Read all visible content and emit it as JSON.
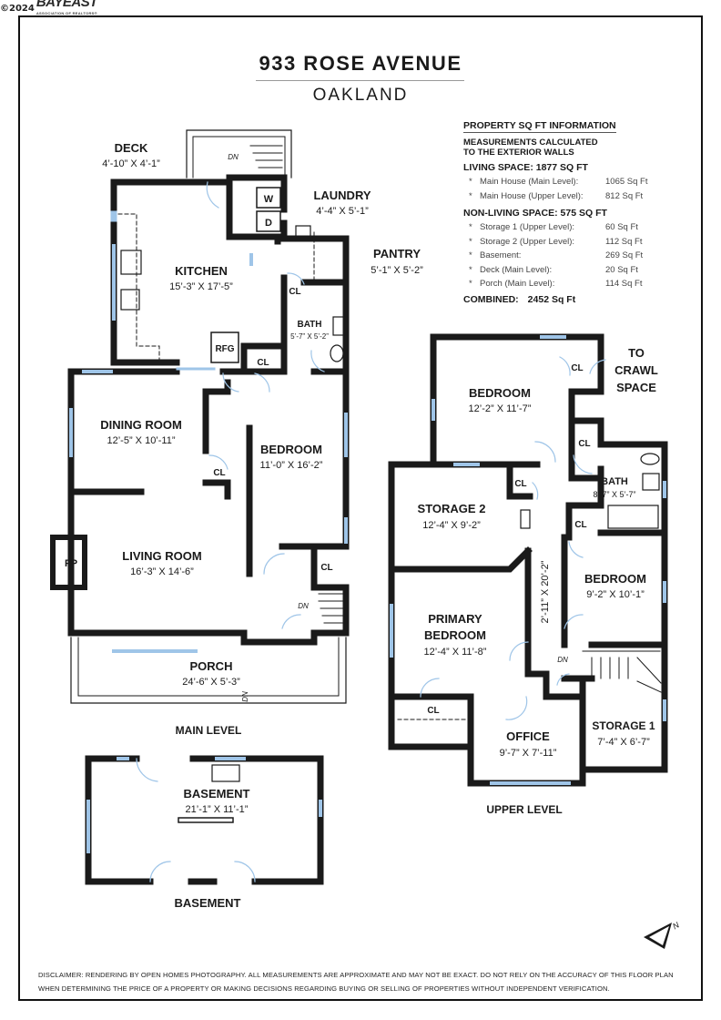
{
  "header": {
    "copyright": "©2024",
    "logo": "BAYEAST",
    "logo_sub": "ASSOCIATION OF REALTORS®"
  },
  "title": "933 ROSE AVENUE",
  "subtitle": "OAKLAND",
  "info": {
    "heading": "PROPERTY SQ FT INFORMATION",
    "note_line1": "MEASUREMENTS CALCULATED",
    "note_line2": "TO THE EXTERIOR WALLS",
    "living_heading": "LIVING SPACE: 1877 SQ FT",
    "living": [
      {
        "bullet": "*",
        "name": "Main House (Main Level):",
        "value": "1065 Sq Ft"
      },
      {
        "bullet": "*",
        "name": "Main House (Upper Level):",
        "value": "812 Sq Ft"
      }
    ],
    "nonliving_heading": "NON-LIVING SPACE: 575 SQ FT",
    "nonliving": [
      {
        "bullet": "*",
        "name": "Storage 1 (Upper Level):",
        "value": "60 Sq Ft"
      },
      {
        "bullet": "*",
        "name": "Storage 2 (Upper Level):",
        "value": "112 Sq Ft"
      },
      {
        "bullet": "*",
        "name": "Basement:",
        "value": "269 Sq Ft"
      },
      {
        "bullet": "*",
        "name": "Deck (Main Level):",
        "value": "20 Sq Ft"
      },
      {
        "bullet": "*",
        "name": "Porch (Main Level):",
        "value": "114 Sq Ft"
      }
    ],
    "combined_label": "COMBINED:",
    "combined_value": "2452 Sq Ft"
  },
  "rooms": {
    "deck": {
      "name": "DECK",
      "dim": "4’-10” X 4’-1”"
    },
    "laundry": {
      "name": "LAUNDRY",
      "dim": "4’-4” X 5’-1”"
    },
    "pantry": {
      "name": "PANTRY",
      "dim": "5’-1” X 5’-2”"
    },
    "kitchen": {
      "name": "KITCHEN",
      "dim": "15’-3” X 17’-5”"
    },
    "bath_main": {
      "name": "BATH",
      "dim": "5’-7” X 5’-2”"
    },
    "dining": {
      "name": "DINING ROOM",
      "dim": "12’-5” X 10’-11”"
    },
    "bedroom_main": {
      "name": "BEDROOM",
      "dim": "11’-0” X 16’-2”"
    },
    "living": {
      "name": "LIVING ROOM",
      "dim": "16’-3” X 14’-6”"
    },
    "porch": {
      "name": "PORCH",
      "dim": "24’-6” X 5’-3”"
    },
    "basement": {
      "name": "BASEMENT",
      "dim": "21’-1” X 11’-1”"
    },
    "bedroom_up1": {
      "name": "BEDROOM",
      "dim": "12’-2” X 11’-7”"
    },
    "bath_up": {
      "name": "BATH",
      "dim": "8’-7” X 5’-7”"
    },
    "storage2": {
      "name": "STORAGE 2",
      "dim": "12’-4” X 9’-2”"
    },
    "bedroom_up2": {
      "name": "BEDROOM",
      "dim": "9’-2” X 10’-1”"
    },
    "hall": {
      "dim": "2’-11” X 20’-2”"
    },
    "primary": {
      "name1": "PRIMARY",
      "name2": "BEDROOM",
      "dim": "12’-4” X 11’-8”"
    },
    "office": {
      "name": "OFFICE",
      "dim": "9’-7” X 7’-11”"
    },
    "storage1": {
      "name": "STORAGE 1",
      "dim": "7’-4” X 6’-7”"
    }
  },
  "fixtures": {
    "washer": "W",
    "dryer": "D",
    "refrigerator": "RFG",
    "fireplace": "FP",
    "closet": "CL",
    "down": "DN"
  },
  "crawl": {
    "line1": "TO",
    "line2": "CRAWL",
    "line3": "SPACE"
  },
  "levels": {
    "main": "MAIN LEVEL",
    "upper": "UPPER LEVEL",
    "basement": "BASEMENT"
  },
  "compass": "N",
  "disclaimer_line1": "DISCLAIMER: RENDERING BY OPEN HOMES PHOTOGRAPHY. ALL MEASUREMENTS ARE APPROXIMATE AND MAY NOT BE EXACT. DO NOT RELY ON THE ACCURACY OF THIS FLOOR PLAN",
  "disclaimer_line2": "WHEN DETERMINING THE PRICE OF A PROPERTY OR MAKING DECISIONS REGARDING BUYING OR SELLING OF PROPERTIES WITHOUT INDEPENDENT VERIFICATION.",
  "colors": {
    "wall": "#1a1a1a",
    "window": "#9fc5e8",
    "text": "#1a1a1a"
  }
}
